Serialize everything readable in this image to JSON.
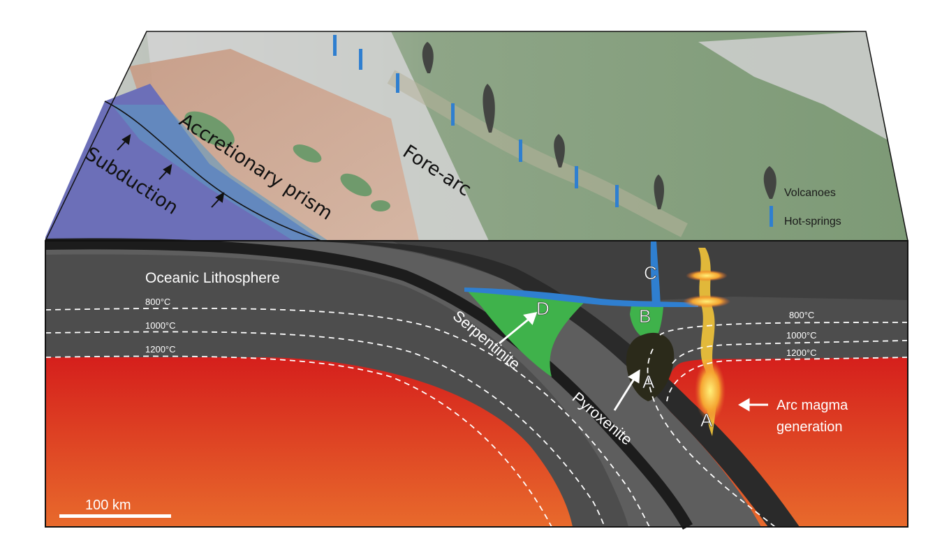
{
  "map": {
    "labels": {
      "subduction": "Subduction",
      "accretionary_prism": "Accretionary prism",
      "fore_arc": "Fore-arc"
    },
    "legend": {
      "volcanoes": "Volcanoes",
      "hot_springs": "Hot-springs"
    }
  },
  "section": {
    "oceanic_lithosphere": "Oceanic Lithosphere",
    "isotherms_left": [
      "800°C",
      "1000°C",
      "1200°C"
    ],
    "isotherms_right": [
      "800°C",
      "1000°C",
      "1200°C"
    ],
    "serpentinite": "Serpentinite",
    "pyroxenite": "Pyroxenite",
    "arc_magma_line1": "Arc magma",
    "arc_magma_line2": "generation",
    "letters": {
      "a_upper": "A",
      "a_lower": "A",
      "b": "B",
      "c": "C",
      "d": "D"
    }
  },
  "scale_bar": {
    "label": "100 km"
  },
  "colors": {
    "mantle_red": "#d7261f",
    "mantle_orange": "#e8642a",
    "lithosphere_gray": "#5e5e5e",
    "crust_dark": "#3a3a3a",
    "slab_black": "#1c1c1c",
    "serpentinite_green": "#3fb24b",
    "fluid_blue": "#2f7fd0",
    "pyroxenite_olive": "#2b2a1a",
    "ocean_blue": "#6c6fb8",
    "land_green": "#7d9a76"
  }
}
